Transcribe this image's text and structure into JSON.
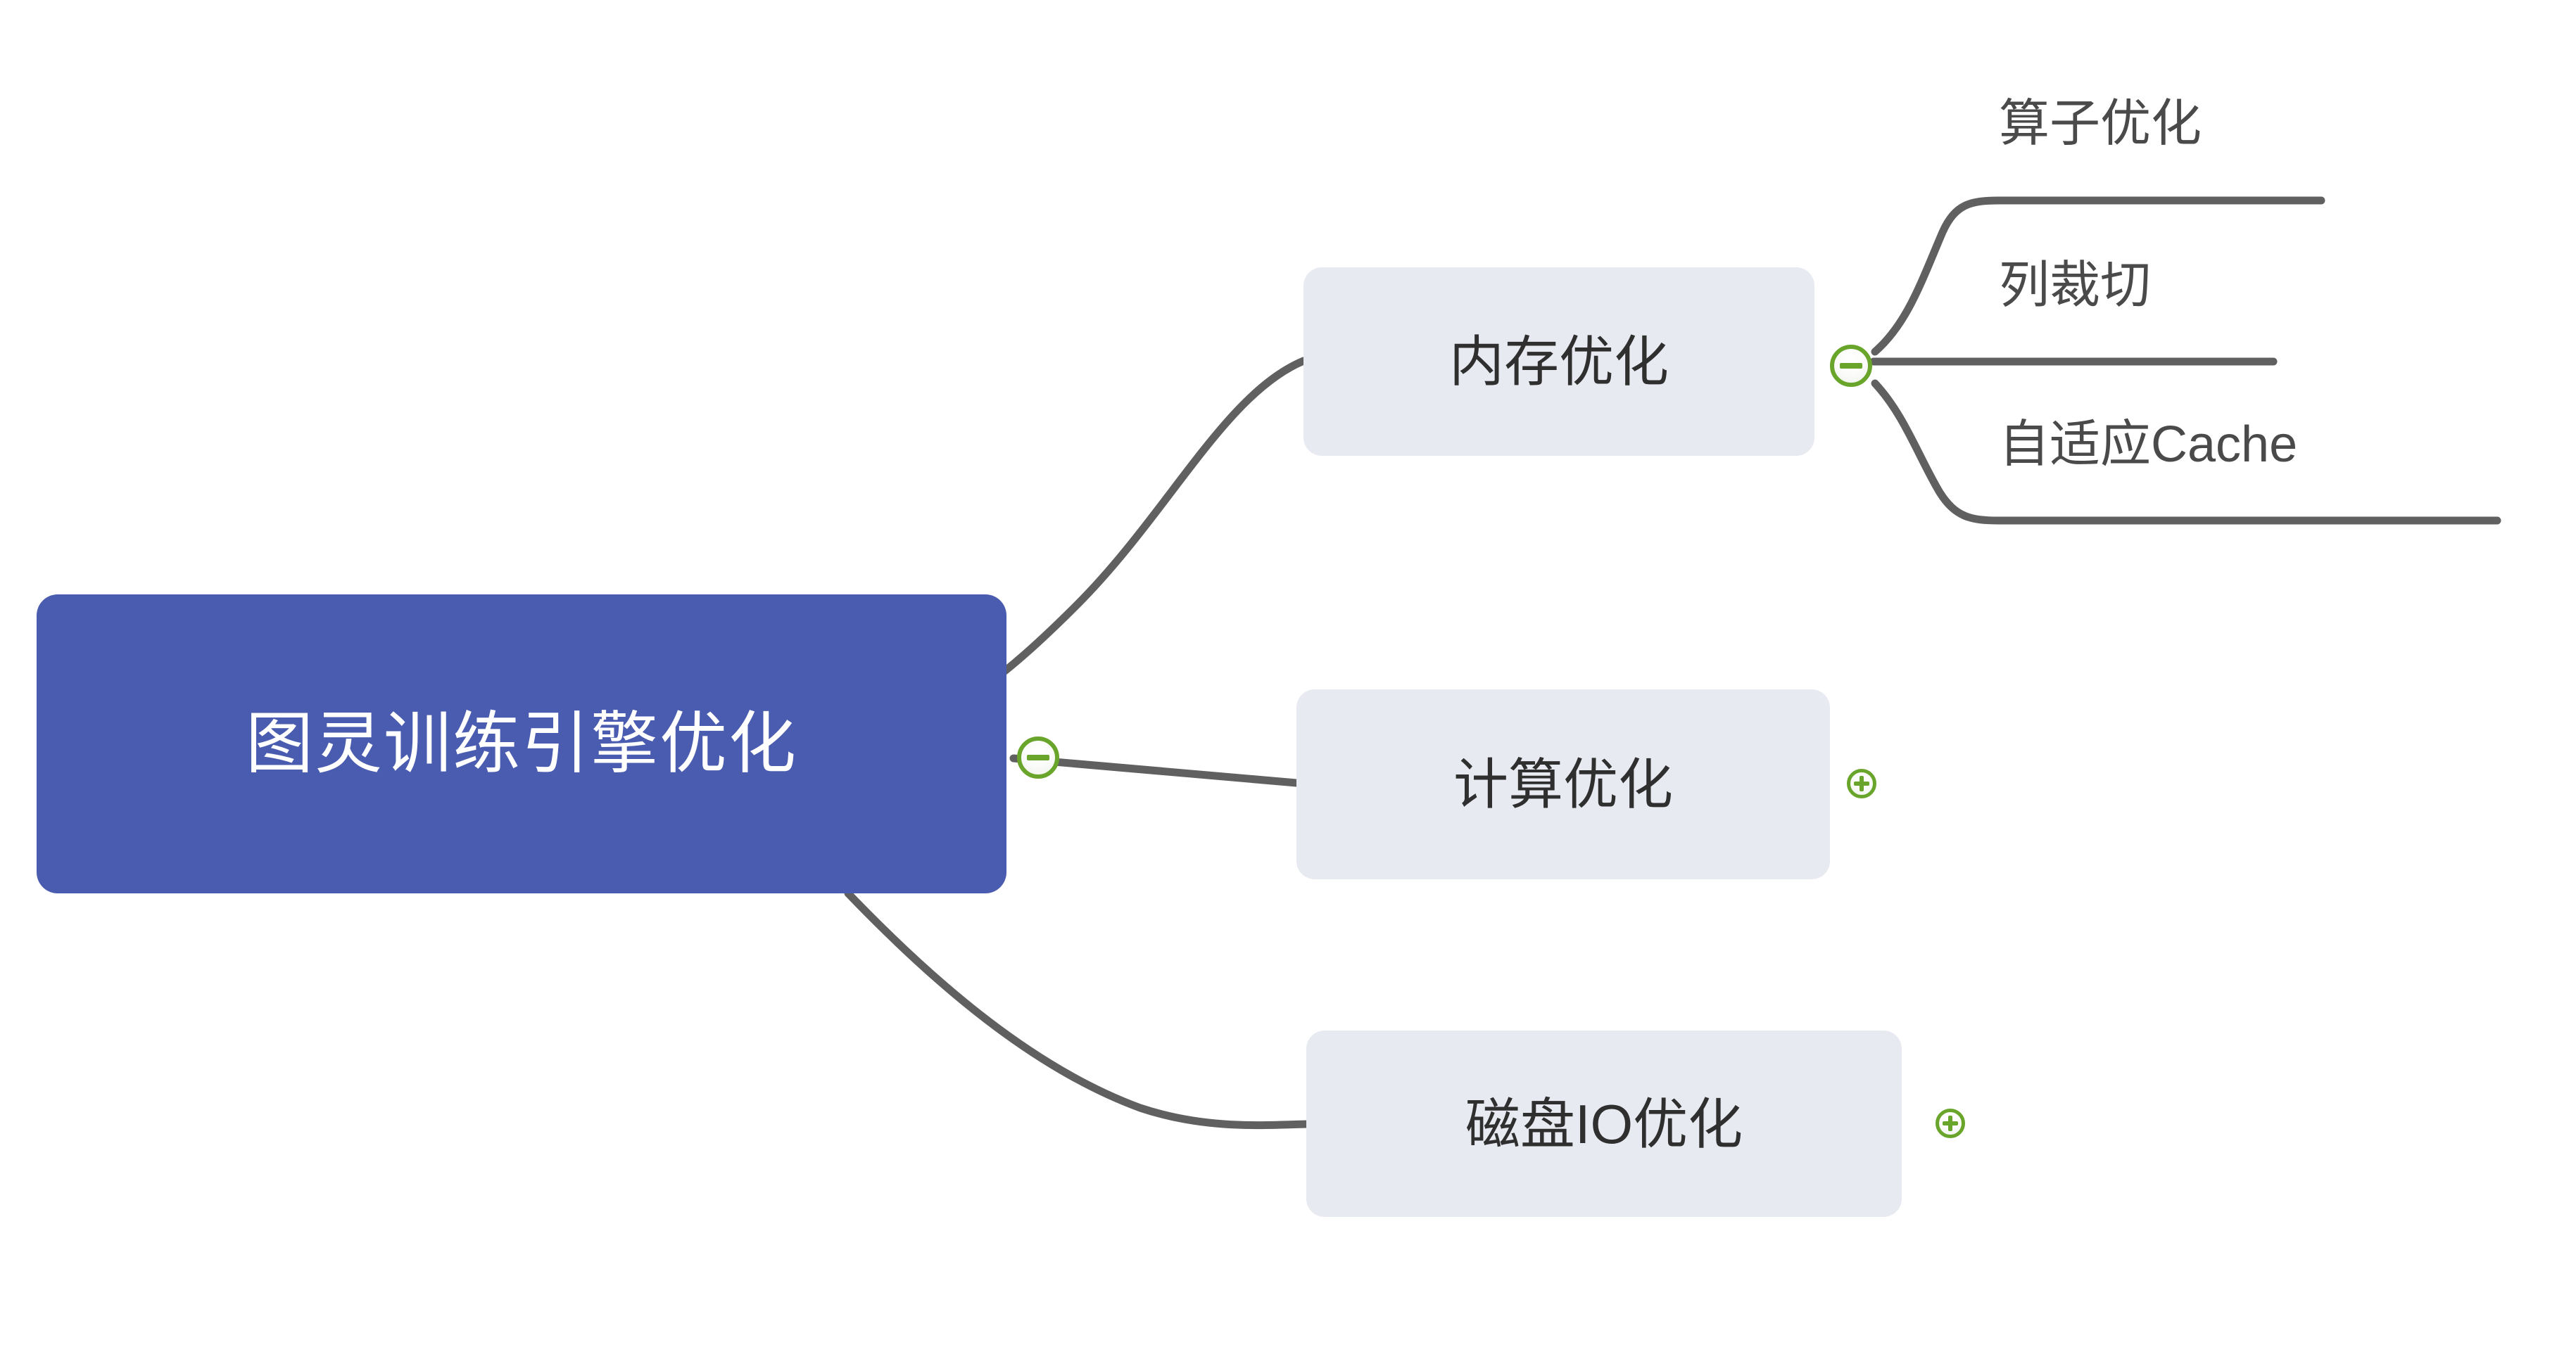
{
  "colors": {
    "background": "#ffffff",
    "root_fill": "#4a5cb0",
    "root_text": "#ffffff",
    "branch_fill": "#e8eaf1",
    "branch_text": "#2f2f2f",
    "leaf_text": "#4a4a4a",
    "edge_stroke": "#606060",
    "toggle_green": "#6aa52b",
    "toggle_fill": "#f4f6f2"
  },
  "mindmap": {
    "root": {
      "label": "图灵训练引擎优化",
      "toggle": "minus"
    },
    "branches": [
      {
        "label": "内存优化",
        "toggle": "minus",
        "children": [
          {
            "label": "算子优化"
          },
          {
            "label": "列裁切"
          },
          {
            "label": "自适应Cache"
          }
        ]
      },
      {
        "label": "计算优化",
        "toggle": "plus",
        "children": []
      },
      {
        "label": "磁盘IO优化",
        "toggle": "plus",
        "children": []
      }
    ]
  },
  "icons": {
    "collapse": "minus-circle-icon",
    "expand": "plus-circle-icon"
  }
}
